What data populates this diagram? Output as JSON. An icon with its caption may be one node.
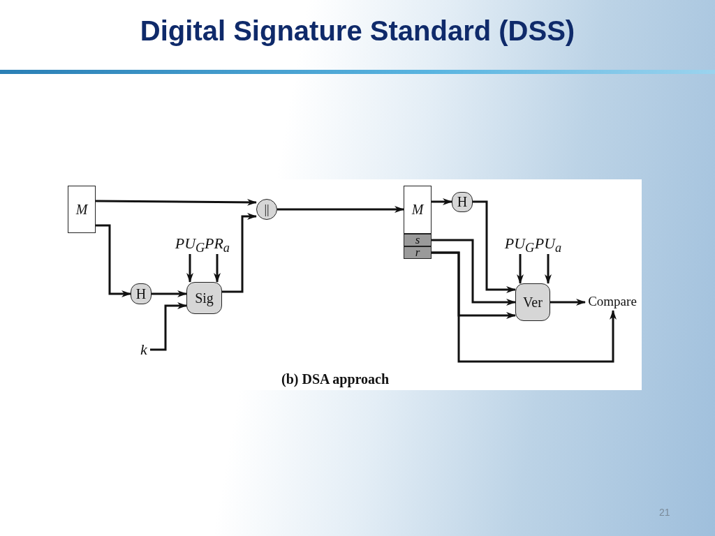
{
  "diagram": {
    "title": "Digital Signature Standard (DSS)",
    "nodes": [
      {
        "text": [
          "M"
        ]
      },
      {
        "text": [
          "H"
        ]
      },
      {
        "text": [
          "Sig"
        ]
      },
      {
        "text": [
          "PU$_{G}$"
        ]
      },
      {
        "text": [
          "PR$_{a}$"
        ]
      },
      {
        "text": [
          "k"
        ]
      },
      {
        "text": [
          "||"
        ]
      },
      {
        "text": [
          "M"
        ]
      },
      {
        "text": [
          "s"
        ]
      },
      {
        "text": [
          "r"
        ]
      },
      {
        "text": [
          "H"
        ]
      },
      {
        "text": [
          "PU$_{G}$"
        ]
      },
      {
        "text": [
          "PU$_{a}$"
        ]
      },
      {
        "text": [
          "Ver"
        ]
      },
      {
        "text": [
          "Compare"
        ]
      }
    ],
    "edges": [
      {
        "from": 0,
        "to": 6,
        "arrow": "to"
      },
      {
        "from": 0,
        "to": 1,
        "arrow": "to"
      },
      {
        "from": 1,
        "to": 2,
        "arrow": "to"
      },
      {
        "from": 3,
        "to": 2,
        "arrow": "to"
      },
      {
        "from": 4,
        "to": 2,
        "arrow": "to"
      },
      {
        "from": 5,
        "to": 2,
        "arrow": "to"
      },
      {
        "from": 2,
        "to": 6,
        "arrow": "to"
      },
      {
        "from": 6,
        "to": 7,
        "arrow": "to"
      },
      {
        "from": 7,
        "to": 10,
        "arrow": "to"
      },
      {
        "from": 10,
        "to": 13,
        "arrow": "to"
      },
      {
        "from": 8,
        "to": 13,
        "arrow": "to"
      },
      {
        "from": 9,
        "to": 13,
        "arrow": "to"
      },
      {
        "from": 9,
        "to": 14,
        "arrow": "to"
      },
      {
        "from": 11,
        "to": 13,
        "arrow": "to"
      },
      {
        "from": 12,
        "to": 13,
        "arrow": "to"
      },
      {
        "from": 13,
        "to": 14,
        "arrow": "to"
      }
    ],
    "labels": [
      "(b) DSA approach",
      "21"
    ]
  }
}
